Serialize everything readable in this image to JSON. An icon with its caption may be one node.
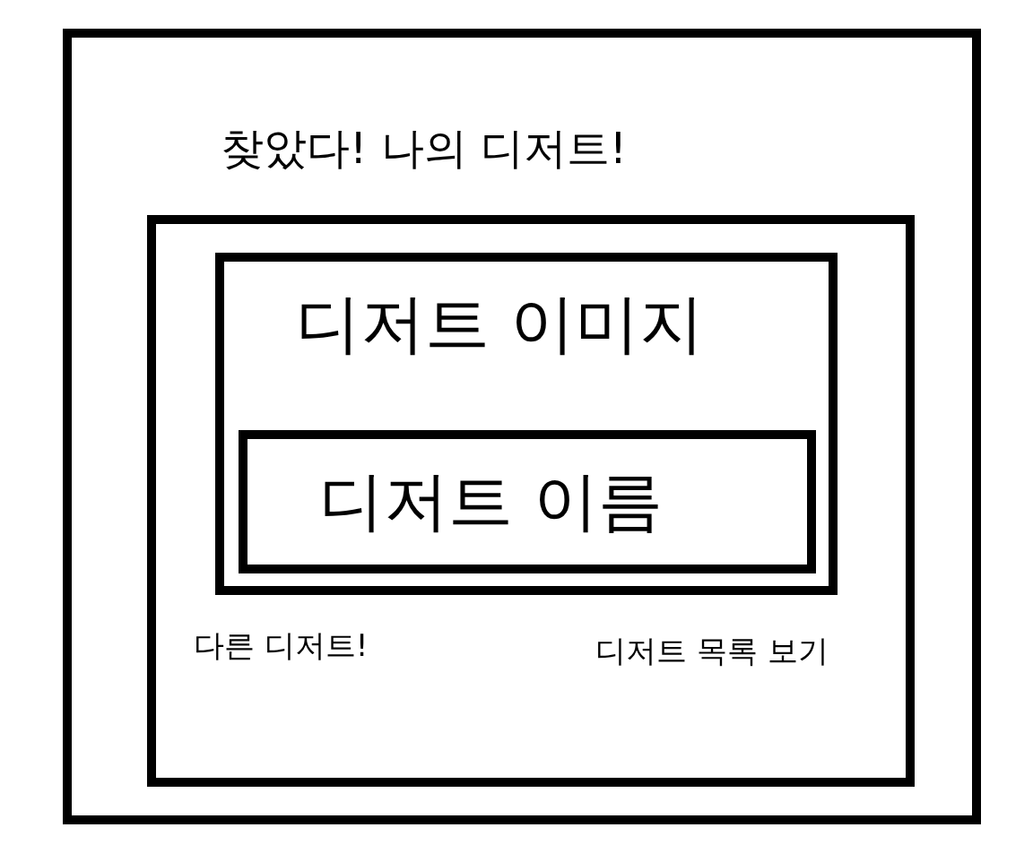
{
  "diagram": {
    "nodes": [
      {
        "text": [
          "찾았다! 나의 디저트!"
        ]
      },
      {
        "text": [
          "다른 디저트!",
          "디저트 목록 보기"
        ],
        "in": 0
      },
      {
        "text": [
          "디저트 이미지"
        ],
        "in": 1
      },
      {
        "text": [
          "디저트 이름"
        ],
        "in": 2
      }
    ]
  }
}
